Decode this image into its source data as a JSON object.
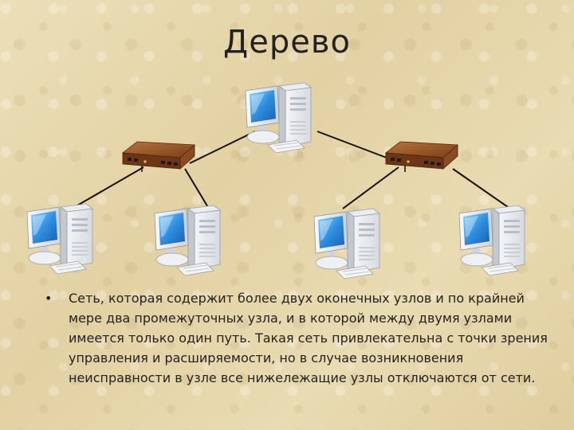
{
  "title": "Дерево",
  "bullet_symbol": "•",
  "description": "Сеть, которая содержит более двух оконечных узлов и по крайней мере два промежуточных узла, и в которой между двумя узлами имеется только один путь. Такая сеть привлекательна с точки зрения управления и расширяемости, но в случае возникновения неисправности в узле все нижележащие узлы отключаются от сети.",
  "colors": {
    "background": "#e6d7ad",
    "link_line": "#111111",
    "monitor_screen": "#3aa0e8",
    "device_body": "#8b4a22"
  },
  "nodes": [
    {
      "id": "root",
      "kind": "workstation",
      "icon": "computer-icon"
    },
    {
      "id": "hub-left",
      "kind": "hub",
      "icon": "network-hub-icon"
    },
    {
      "id": "hub-right",
      "kind": "hub",
      "icon": "network-hub-icon"
    },
    {
      "id": "leaf-1",
      "kind": "workstation",
      "icon": "computer-icon"
    },
    {
      "id": "leaf-2",
      "kind": "workstation",
      "icon": "computer-icon"
    },
    {
      "id": "leaf-3",
      "kind": "workstation",
      "icon": "computer-icon"
    },
    {
      "id": "leaf-4",
      "kind": "workstation",
      "icon": "computer-icon"
    }
  ],
  "edges": [
    [
      "root",
      "hub-left"
    ],
    [
      "root",
      "hub-right"
    ],
    [
      "hub-left",
      "leaf-1"
    ],
    [
      "hub-left",
      "leaf-2"
    ],
    [
      "hub-right",
      "leaf-3"
    ],
    [
      "hub-right",
      "leaf-4"
    ]
  ]
}
